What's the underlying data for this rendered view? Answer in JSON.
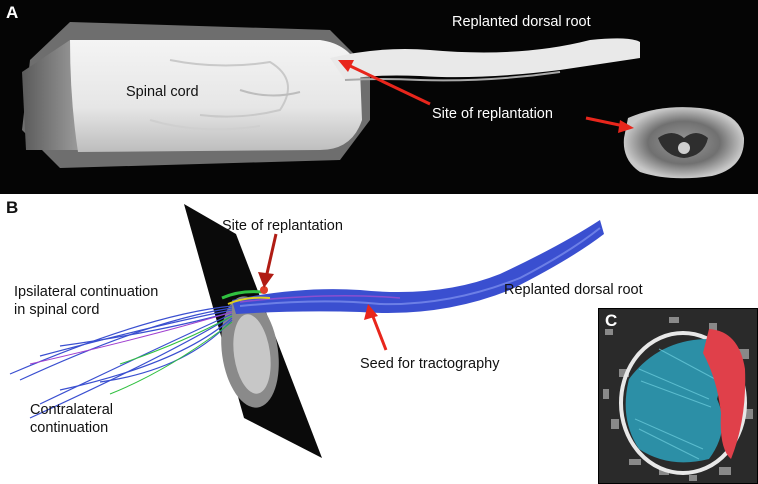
{
  "panels": {
    "a": {
      "letter": "A",
      "labels": {
        "spinal_cord": "Spinal cord",
        "replanted_dorsal_root": "Replanted dorsal root",
        "site_of_replantation": "Site of replantation"
      }
    },
    "b": {
      "letter": "B",
      "labels": {
        "site_of_replantation": "Site of replantation",
        "ipsilateral_line1": "Ipsilateral continuation",
        "ipsilateral_line2": "in spinal cord",
        "replanted_dorsal_root": "Replanted dorsal root",
        "seed_for_tractography": "Seed for tractography",
        "contralateral_line1": "Contralateral",
        "contralateral_line2": "continuation"
      }
    },
    "c": {
      "letter": "C"
    }
  },
  "colors": {
    "arrow": "#e8261c",
    "arrow_dark": "#b01c14",
    "tract": "#3a4fd0",
    "overlay_teal": "#2c8fa6",
    "overlay_red": "#e0404a"
  }
}
